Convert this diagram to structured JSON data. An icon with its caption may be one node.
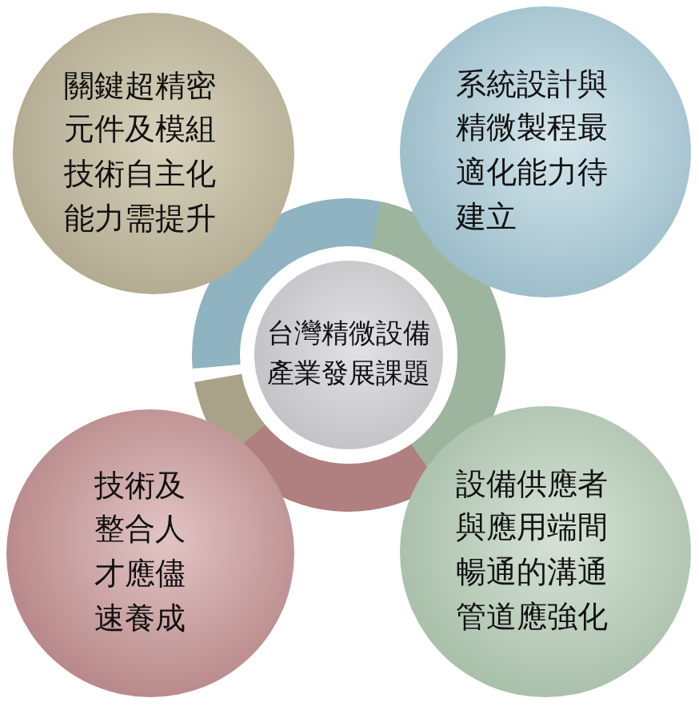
{
  "diagram": {
    "nodes": [
      {
        "text": [
          "關鍵超精密元件及模組技術自主化能力需提升"
        ]
      },
      {
        "text": [
          "系統設計與精微製程最適化能力待建立"
        ]
      },
      {
        "text": [
          "台灣精微設備產業發展課題"
        ]
      },
      {
        "text": [
          "技術及整合人才應儘速養成"
        ]
      },
      {
        "text": [
          "設備供應者與應用端間暢通的溝通管道應強化"
        ]
      }
    ]
  }
}
